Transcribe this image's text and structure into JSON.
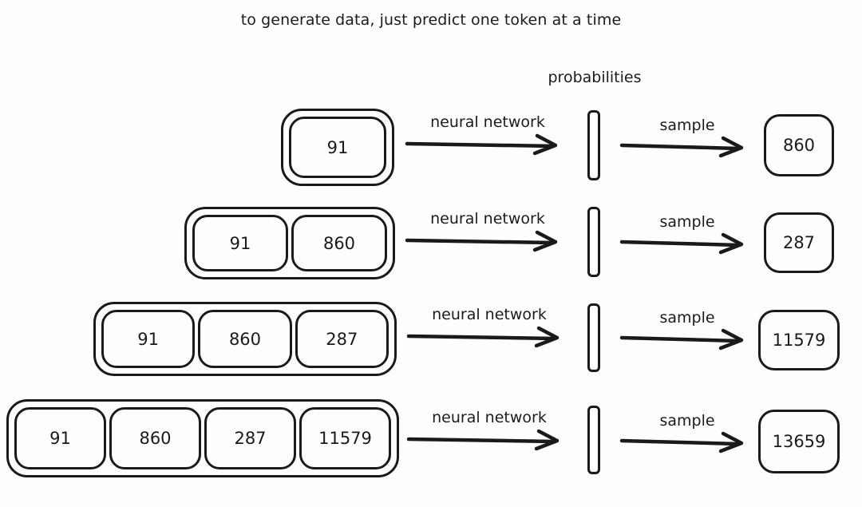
{
  "title": "to generate data, just predict one token at a time",
  "probabilities_label": "probabilities",
  "labels": {
    "neural_network": "neural network",
    "sample": "sample"
  },
  "colors": {
    "ink": "#1a1a1a",
    "background": "#fefefd"
  },
  "icons": {
    "arrow": "right-arrow-icon",
    "probability_bar": "probability-bar-icon"
  },
  "rows": [
    {
      "context": [
        "91"
      ],
      "nn_label": "neural network",
      "sample_label": "sample",
      "output": "860"
    },
    {
      "context": [
        "91",
        "860"
      ],
      "nn_label": "neural network",
      "sample_label": "sample",
      "output": "287"
    },
    {
      "context": [
        "91",
        "860",
        "287"
      ],
      "nn_label": "neural network",
      "sample_label": "sample",
      "output": "11579"
    },
    {
      "context": [
        "91",
        "860",
        "287",
        "11579"
      ],
      "nn_label": "neural network",
      "sample_label": "sample",
      "output": "13659"
    }
  ]
}
